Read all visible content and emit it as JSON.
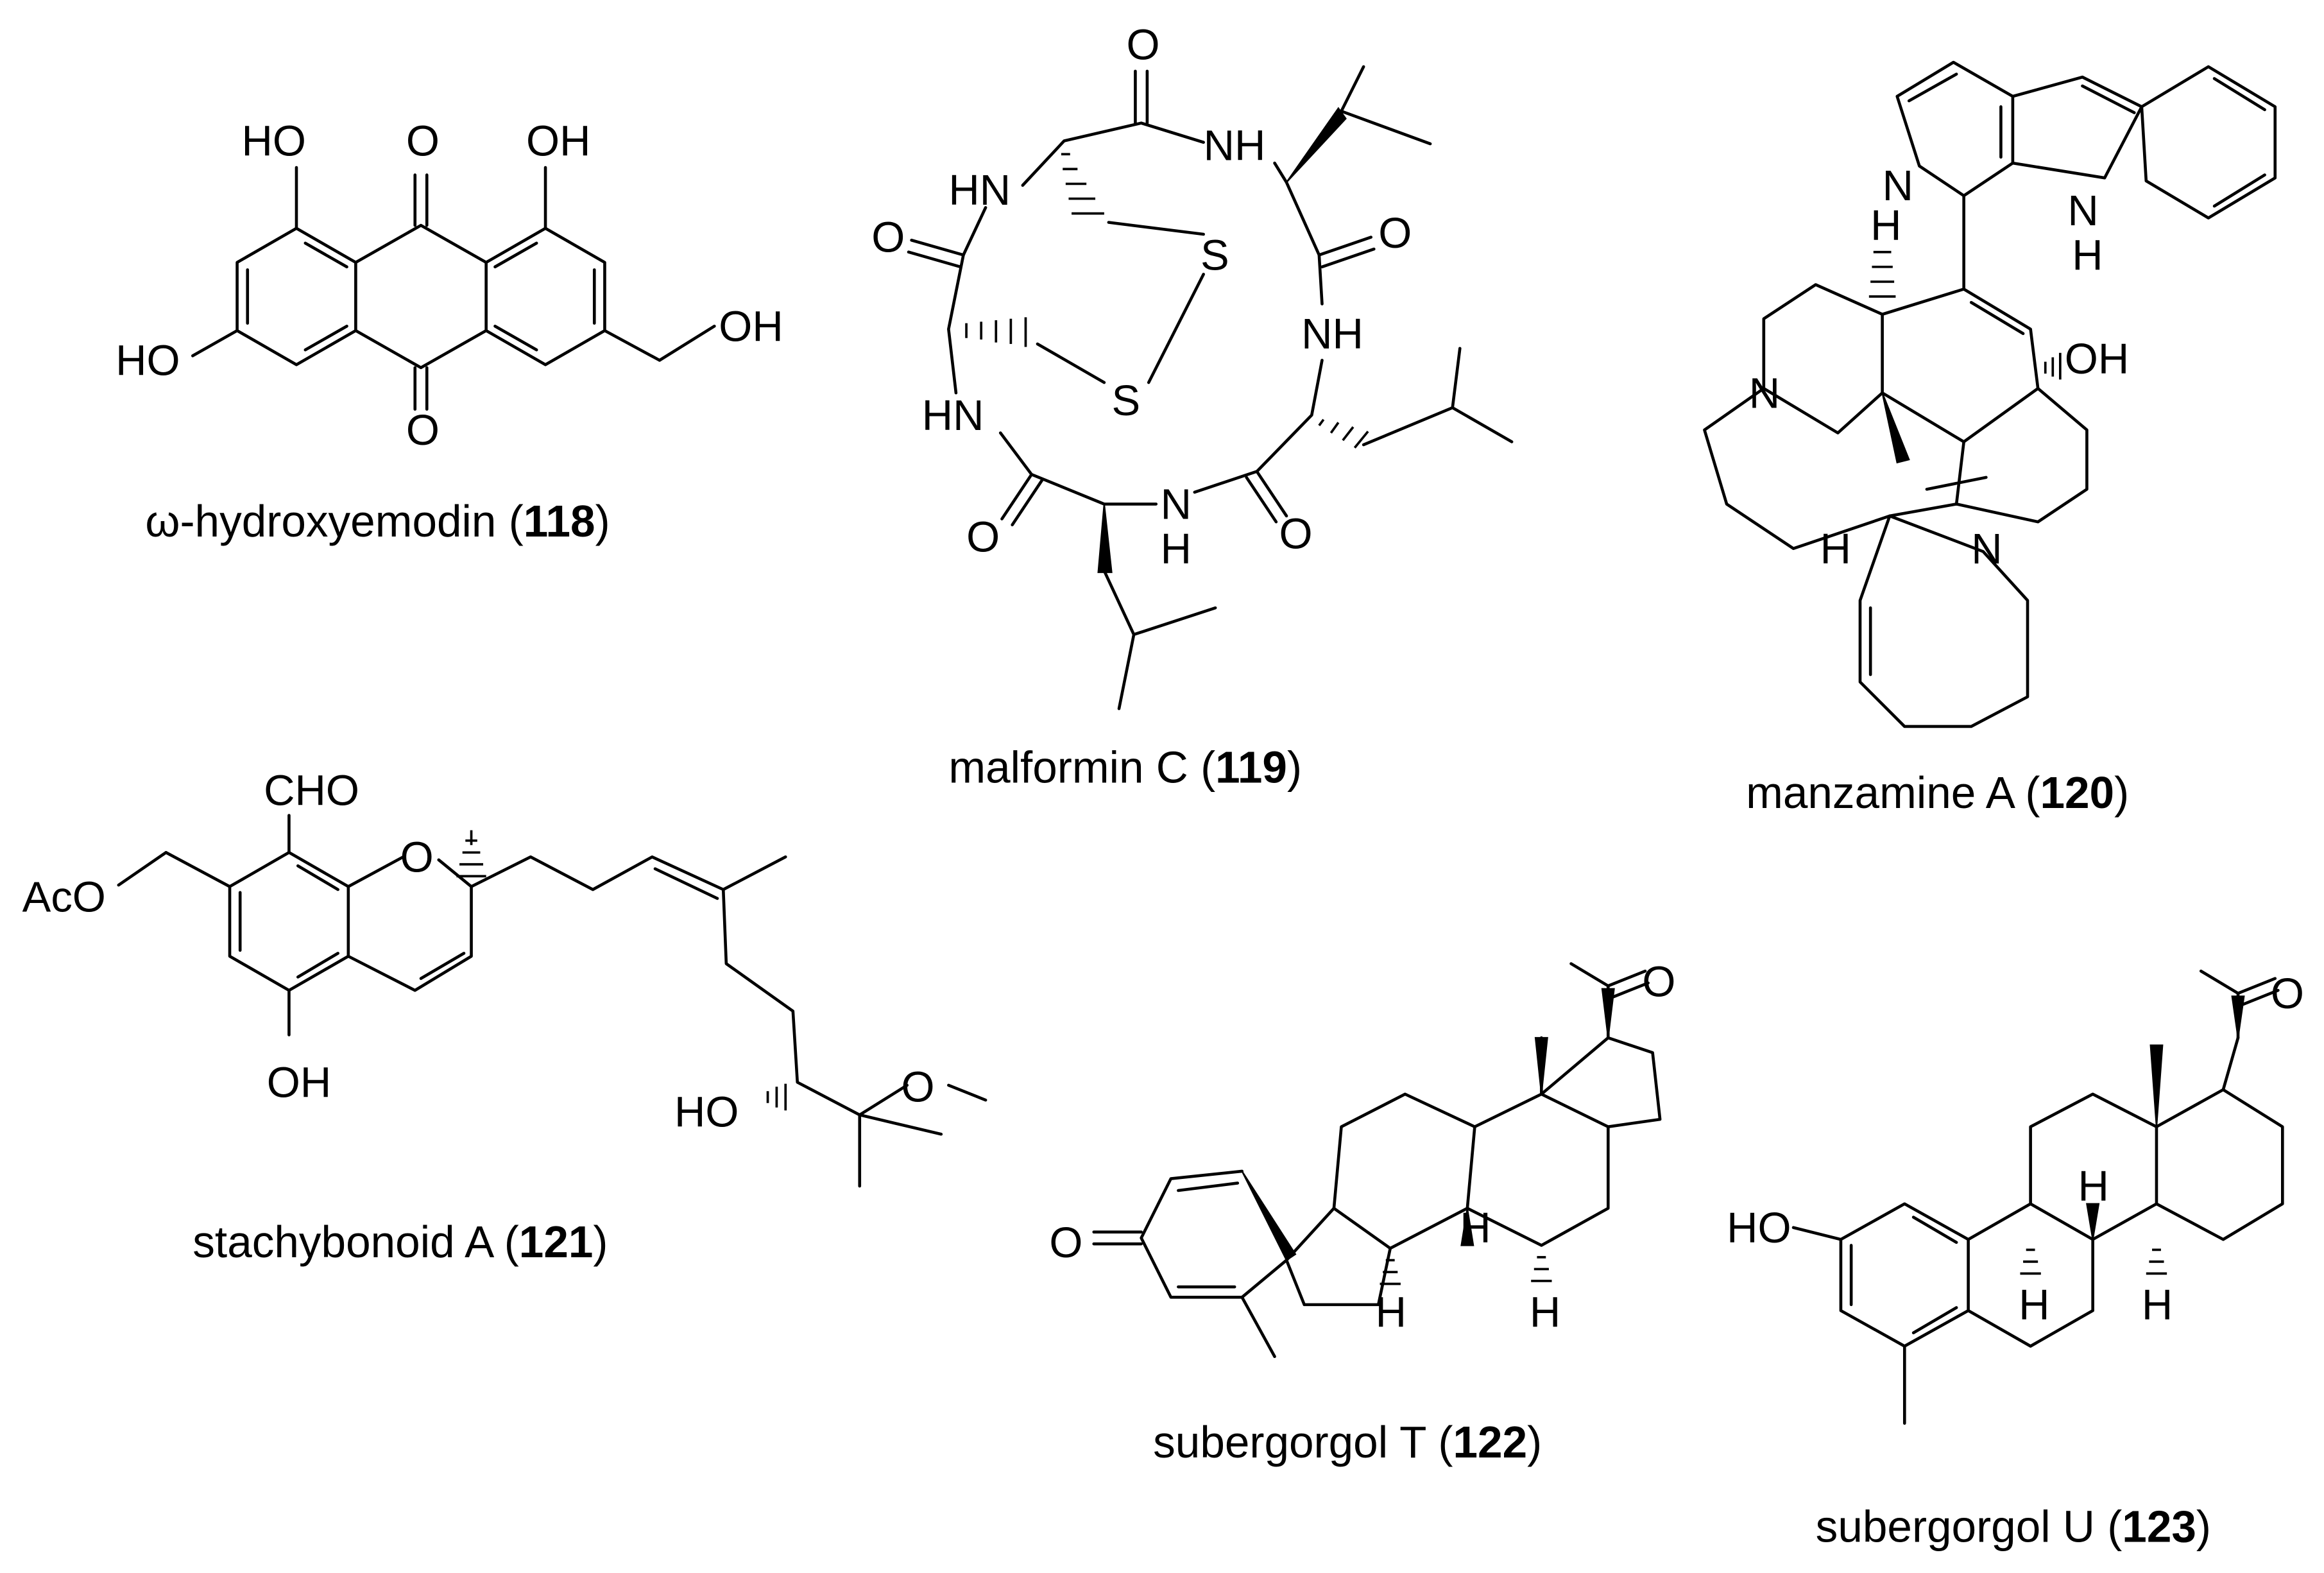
{
  "compounds": [
    {
      "id": "118",
      "name": "ω-hydroxyemodin",
      "caption": {
        "name": "ω-hydroxyemodin (",
        "number": "118",
        "close": ")"
      },
      "atoms": {
        "ho_left_top": "HO",
        "o_top": "O",
        "oh_top": "OH",
        "ho_left": "HO",
        "oh_right": "OH",
        "o_bottom": "O"
      }
    },
    {
      "id": "119",
      "name": "malformin C",
      "caption": {
        "name": "malformin C (",
        "number": "119",
        "close": ")"
      },
      "atoms": {
        "o_top": "O",
        "nh_top": "NH",
        "hn_left": "HN",
        "o_left": "O",
        "s1": "S",
        "s2": "S",
        "o_right": "O",
        "nh_right": "NH",
        "hn_lower": "HN",
        "n_bottom": "N",
        "h_bottom": "H",
        "o_bottom_left": "O",
        "o_bottom_right": "O"
      }
    },
    {
      "id": "120",
      "name": "manzamine A",
      "caption": {
        "name": "manzamine A (",
        "number": "120",
        "close": ")"
      },
      "atoms": {
        "n_pyr": "N",
        "n_indole": "N",
        "h_indole": "H",
        "h_top": "H",
        "n_left": "N",
        "oh": "OH",
        "h_mid": "H",
        "n_mid": "N"
      }
    },
    {
      "id": "121",
      "name": "stachybonoid A",
      "caption": {
        "name": "stachybonoid A (",
        "number": "121",
        "close": ")"
      },
      "atoms": {
        "cho": "CHO",
        "aco": "AcO",
        "o_ring": "O",
        "oh": "OH",
        "ho": "HO",
        "o_me": "O"
      }
    },
    {
      "id": "122",
      "name": "subergorgol T",
      "caption": {
        "name": "subergorgol T (",
        "number": "122",
        "close": ")"
      },
      "atoms": {
        "o_ketone": "O",
        "o_dienone": "O",
        "h1": "H",
        "h2": "H",
        "h3": "H"
      }
    },
    {
      "id": "123",
      "name": "subergorgol U",
      "caption": {
        "name": "subergorgol U (",
        "number": "123",
        "close": ")"
      },
      "atoms": {
        "o_ketone": "O",
        "ho": "HO",
        "h1": "H",
        "h2": "H",
        "h3": "H"
      }
    }
  ]
}
